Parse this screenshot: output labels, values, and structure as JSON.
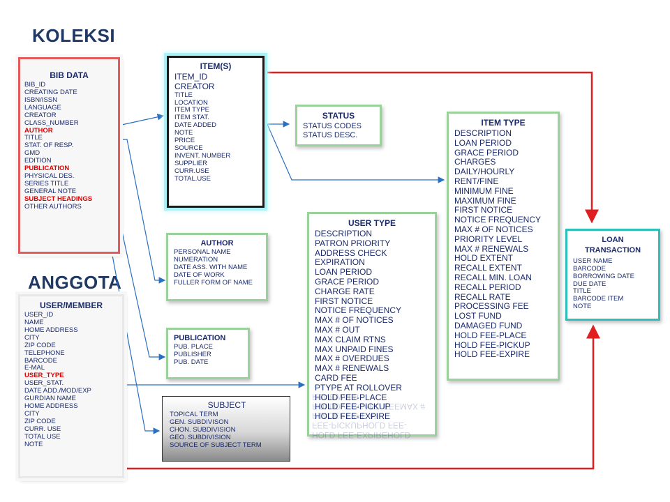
{
  "headings": {
    "koleksi": "KOLEKSI",
    "anggota": "ANGGOTA"
  },
  "bib": {
    "title": "BIB DATA",
    "fields": [
      "BIB_ID",
      "CREATING DATE",
      "ISBN/ISSN",
      "LANGUAGE",
      "CREATOR",
      "CLASS_NUMBER",
      "AUTHOR",
      "TITLE",
      "STAT. OF RESP.",
      "GMD",
      "EDITION",
      "PUBLICATION",
      "PHYSICAL DES.",
      "SERIES TITLE",
      "GENERAL NOTE",
      "SUBJECT HEADINGS",
      "OTHER AUTHORS"
    ]
  },
  "items": {
    "title": "ITEM(S)",
    "fields_large": [
      "ITEM_ID",
      "CREATOR"
    ],
    "fields": [
      "TITLE",
      "LOCATION",
      "ITEM TYPE",
      "ITEM STAT.",
      "DATE ADDED",
      "NOTE",
      "PRICE",
      "SOURCE",
      "INVENT. NUMBER",
      "SUPPLIER",
      "CURR.USE",
      "TOTAL.USE"
    ]
  },
  "status": {
    "title": "STATUS",
    "fields": [
      "STATUS CODES",
      "STATUS DESC."
    ]
  },
  "item_type": {
    "title": "ITEM TYPE",
    "fields": [
      "DESCRIPTION",
      "LOAN PERIOD",
      "GRACE PERIOD",
      "CHARGES",
      "DAILY/HOURLY",
      "RENT/FINE",
      "MINIMUM FINE",
      "MAXIMUM FINE",
      "FIRST NOTICE",
      "NOTICE FREQUENCY",
      "MAX # OF NOTICES",
      "PRIORITY  LEVEL",
      "MAX # RENEWALS",
      "HOLD EXTENT",
      "RECALL EXTENT",
      "RECALL MIN. LOAN",
      "RECALL PERIOD",
      "RECALL RATE",
      "PROCESSING FEE",
      "LOST FUND",
      "DAMAGED FUND",
      "HOLD FEE-PLACE",
      "HOLD FEE-PICKUP",
      "HOLD FEE-EXPIRE"
    ]
  },
  "user_type": {
    "title": "USER TYPE",
    "fields": [
      "DESCRIPTION",
      "PATRON PRIORITY",
      "ADDRESS CHECK",
      "EXPIRATION",
      "LOAN PERIOD",
      "GRACE PERIOD",
      "CHARGE RATE",
      "FIRST NOTICE",
      "NOTICE FREQUENCY",
      "MAX # OF NOTICES",
      "MAX # OUT",
      "MAX CLAIM RTNS",
      "MAX UNPAID FINES",
      "MAX # OVERDUES",
      "MAX # RENEWALS",
      "CARD FEE",
      "PTYPE AT ROLLOVER",
      "HOLD FEE-PLACE",
      "HOLD FEE-PICKUP",
      "HOLD FEE-EXPIRE"
    ]
  },
  "author": {
    "title": "AUTHOR",
    "fields": [
      "PERSONAL NAME",
      "NUMERATION",
      "DATE ASS. WITH NAME",
      "DATE OF WORK",
      "FULLER FORM OF NAME"
    ]
  },
  "publication": {
    "title": "PUBLICATION",
    "fields": [
      "PUB. PLACE",
      "PUBLISHER",
      "PUB. DATE"
    ]
  },
  "subject": {
    "title": "SUBJECT",
    "fields": [
      "TOPICAL TERM",
      "GEN. SUBDIVISON",
      "CHON. SUBDIVISION",
      "GEO. SUBDIVISION",
      "SOURCE OF  SUBJECT TERM"
    ]
  },
  "loan": {
    "title": "LOAN TRANSACTION",
    "fields": [
      "USER NAME",
      "BARCODE",
      "BORROWING DATE",
      "DUE DATE",
      "TITLE",
      "BARCODE ITEM",
      "NOTE"
    ]
  },
  "user": {
    "title": "USER/MEMBER",
    "fields": [
      "USER_ID",
      "NAME",
      "HOME ADDRESS",
      "CITY",
      "ZIP CODE",
      "TELEPHONE",
      "BARCODE",
      "E-MAL",
      "USER_TYPE",
      "USER_STAT.",
      "DATE ADD./MOD/EXP",
      "GURDIAN NAME",
      "HOME ADDRESS",
      "CITY",
      "ZIP CODE",
      "CURR. USE",
      "TOTAL USE",
      "NOTE"
    ]
  },
  "reflection": {
    "fields": [
      "HOLD FEE-EXPIRE",
      "HOLD FEE-PICKUP",
      "HOLD FEE-PLACE",
      "PTYPE AT ROLLOVER",
      "CARD FEE",
      "MAX # RENEWALS"
    ]
  },
  "colors": {
    "relation_red": "#e02020",
    "relation_blue": "#2a6fc0",
    "text": "#1a2a6c"
  }
}
